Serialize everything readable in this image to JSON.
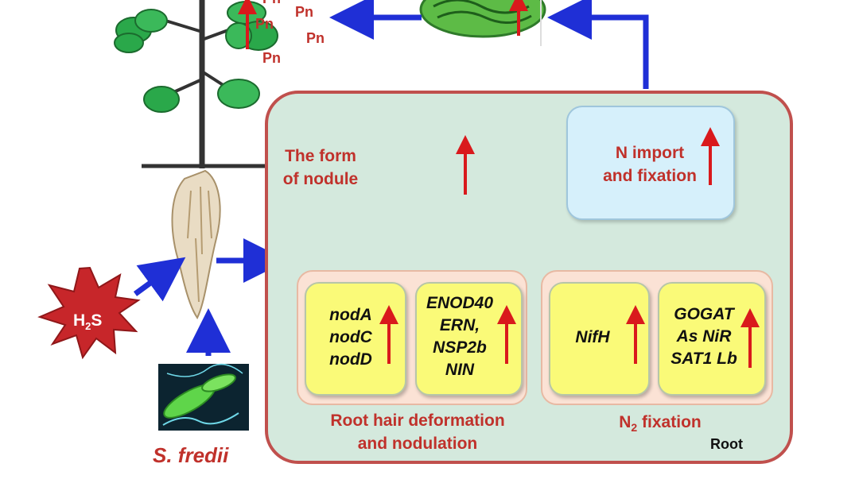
{
  "plant": {
    "pn_labels": [
      "Pn",
      "Pn",
      "Pn",
      "Pn",
      "Pn"
    ]
  },
  "nodule": {
    "label_line1": "The form",
    "label_line2": "of nodule"
  },
  "import_box": {
    "line1": "N  import",
    "line2": "and fixation"
  },
  "gene_boxes": {
    "box1": [
      "nodA",
      "nodC",
      "nodD"
    ],
    "box2": [
      "ENOD40",
      "ERN,",
      "NSP2b",
      "NIN"
    ],
    "box3": [
      "NifH"
    ],
    "box4": [
      "GOGAT",
      "As NiR",
      "SAT1 Lb"
    ]
  },
  "captions": {
    "root_hair_line1": "Root hair deformation",
    "root_hair_line2": "and nodulation",
    "n2_main": "N",
    "n2_sub": "2",
    "n2_rest": " fixation",
    "root": "Root"
  },
  "h2s": {
    "h": "H",
    "sub": "2",
    "s": "S"
  },
  "bacteria_label": "S. fredii",
  "colors": {
    "arrow_blue": "#1f2fd6",
    "arrow_red": "#d9191c",
    "frame_red": "#c0504d",
    "panel_green": "#d4e9dd",
    "label_red": "#c0312b"
  }
}
